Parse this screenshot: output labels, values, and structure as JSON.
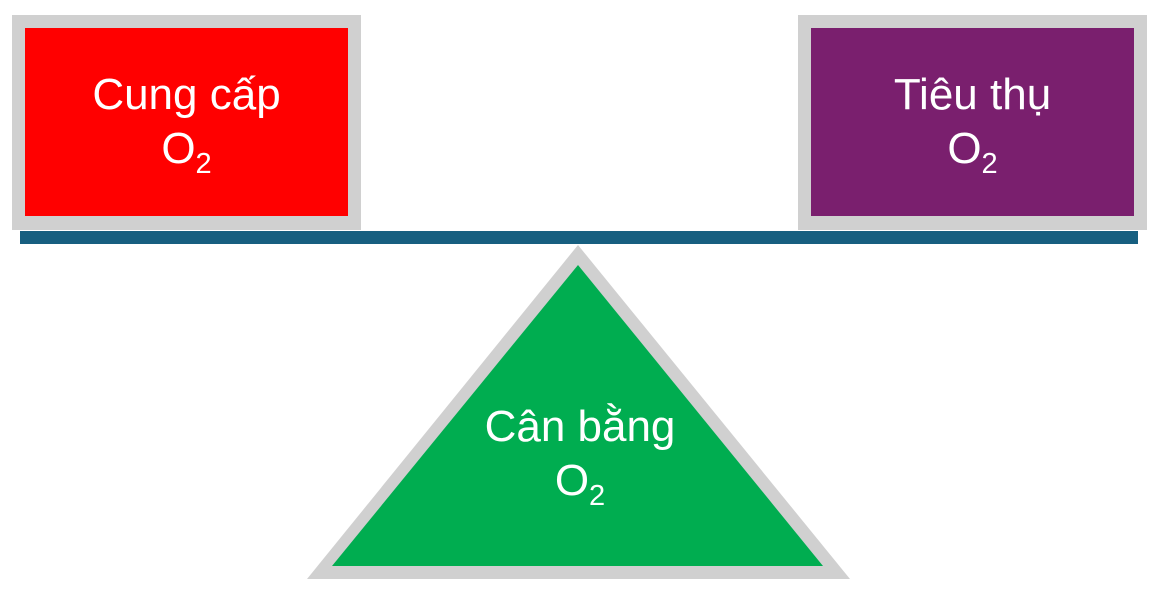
{
  "diagram": {
    "title": "",
    "supply": {
      "label": "Cung cấp",
      "formula_base": "O",
      "formula_sub": "2",
      "fill": "#ff0000",
      "border": "#d0d0d0"
    },
    "consumption": {
      "label": "Tiêu thụ",
      "formula_base": "O",
      "formula_sub": "2",
      "fill": "#7a1f6e",
      "border": "#d0d0d0"
    },
    "balance": {
      "label": "Cân bằng",
      "formula_base": "O",
      "formula_sub": "2",
      "fill": "#00ad50",
      "border": "#d0d0d0"
    },
    "beam": {
      "color": "#175f80"
    }
  }
}
